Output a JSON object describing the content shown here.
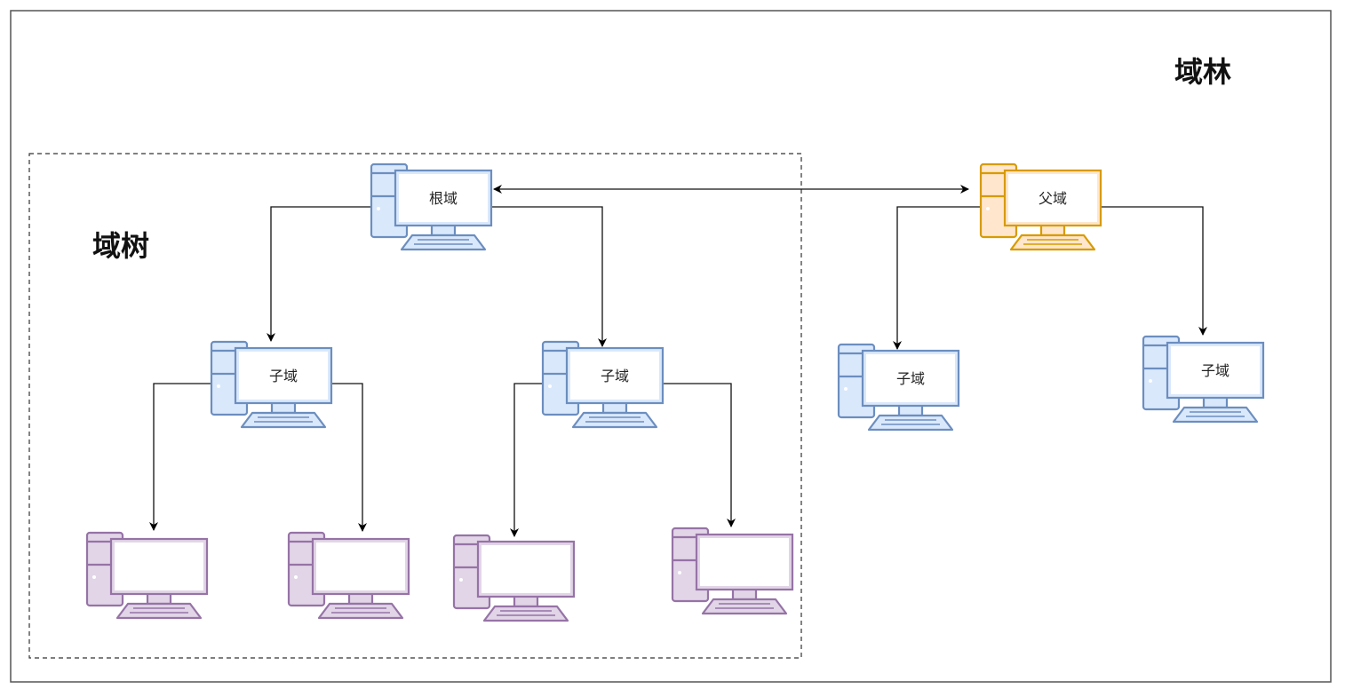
{
  "diagram": {
    "forest_label": "域林",
    "tree_label": "域树",
    "nodes": [
      {
        "id": "root",
        "label": "根域",
        "theme": "blue"
      },
      {
        "id": "child1",
        "label": "子域",
        "theme": "blue"
      },
      {
        "id": "child2",
        "label": "子域",
        "theme": "blue"
      },
      {
        "id": "leaf1",
        "label": "",
        "theme": "purple"
      },
      {
        "id": "leaf2",
        "label": "",
        "theme": "purple"
      },
      {
        "id": "leaf3",
        "label": "",
        "theme": "purple"
      },
      {
        "id": "leaf4",
        "label": "",
        "theme": "purple"
      },
      {
        "id": "parent",
        "label": "父域",
        "theme": "orange"
      },
      {
        "id": "child3",
        "label": "子域",
        "theme": "blue"
      },
      {
        "id": "child4",
        "label": "子域",
        "theme": "blue"
      }
    ],
    "edges": [
      {
        "from": "root",
        "to": "parent",
        "bidirectional": true
      },
      {
        "from": "root",
        "to": "child1"
      },
      {
        "from": "root",
        "to": "child2"
      },
      {
        "from": "child1",
        "to": "leaf1"
      },
      {
        "from": "child1",
        "to": "leaf2"
      },
      {
        "from": "child2",
        "to": "leaf3"
      },
      {
        "from": "child2",
        "to": "leaf4"
      },
      {
        "from": "parent",
        "to": "child3"
      },
      {
        "from": "parent",
        "to": "child4"
      }
    ],
    "themes": {
      "blue": {
        "fill": "#dae8fc",
        "stroke": "#6c8ebf"
      },
      "purple": {
        "fill": "#e1d5e7",
        "stroke": "#9673a6"
      },
      "orange": {
        "fill": "#ffe6cc",
        "stroke": "#d79b00"
      }
    }
  }
}
